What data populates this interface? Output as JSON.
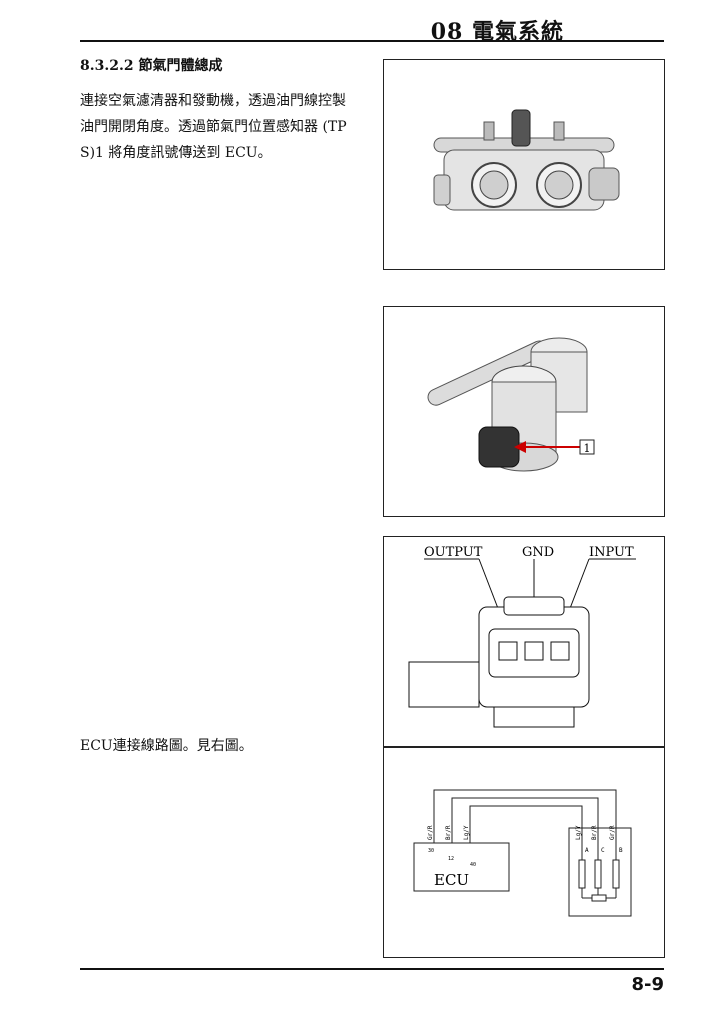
{
  "header": {
    "chapter_title": "08 電氣系統"
  },
  "section": {
    "title": "8.3.2.2 節氣門體總成",
    "paragraph_line1": "連接空氣濾清器和發動機，透過油門線控製",
    "paragraph_line2": "油門開閉角度。透過節氣門位置感知器 (TP",
    "paragraph_line3": "S)1  將角度訊號傳送到 ECU。",
    "wiring_note": "ECU連接線路圖。見右圖。"
  },
  "figure2": {
    "callout": "1"
  },
  "figure3": {
    "output_label": "OUTPUT",
    "gnd_label": "GND",
    "input_label": "INPUT"
  },
  "figure4": {
    "ecu_label": "ECU",
    "ecu_wires": [
      "Gr/R",
      "Br/R",
      "Lg/Y"
    ],
    "sensor_wires": [
      "Lg/Y",
      "Br/R",
      "Gr/R"
    ],
    "ecu_pins": [
      "30",
      "12",
      "40"
    ],
    "sensor_pins": [
      "A",
      "C",
      "B"
    ]
  },
  "footer": {
    "page_number": "8-9"
  }
}
